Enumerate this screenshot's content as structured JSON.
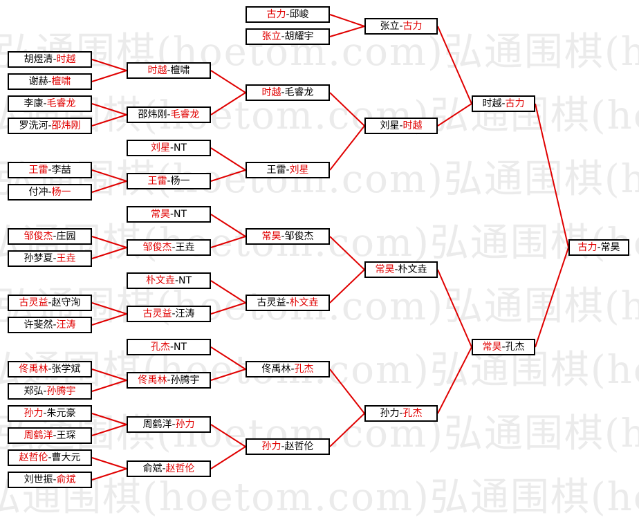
{
  "watermark": "弘通围棋(hoetom.com)",
  "colors": {
    "winner": "#e00000",
    "line": "#e00000",
    "border": "#000000"
  },
  "matches": [
    {
      "id": "r1a",
      "a": "古力",
      "b": "邱峻",
      "w": "a"
    },
    {
      "id": "r1b",
      "a": "张立",
      "b": "胡耀宇",
      "w": "a"
    },
    {
      "id": "r1c",
      "a": "胡煜清",
      "b": "时越",
      "w": "b"
    },
    {
      "id": "r1d",
      "a": "谢赫",
      "b": "檀啸",
      "w": "b"
    },
    {
      "id": "r1e",
      "a": "李康",
      "b": "毛睿龙",
      "w": "b"
    },
    {
      "id": "r1f",
      "a": "罗洗河",
      "b": "邵炜刚",
      "w": "b"
    },
    {
      "id": "r1g",
      "a": "刘星",
      "b": "NT",
      "w": "a"
    },
    {
      "id": "r1h",
      "a": "王雷",
      "b": "李喆",
      "w": "a"
    },
    {
      "id": "r1i",
      "a": "付冲",
      "b": "杨一",
      "w": "b"
    },
    {
      "id": "r1j",
      "a": "常昊",
      "b": "NT",
      "w": "a"
    },
    {
      "id": "r1k",
      "a": "邹俊杰",
      "b": "庄园",
      "w": "a"
    },
    {
      "id": "r1l",
      "a": "孙梦夏",
      "b": "王垚",
      "w": "b"
    },
    {
      "id": "r1m",
      "a": "朴文垚",
      "b": "NT",
      "w": "a"
    },
    {
      "id": "r1n",
      "a": "古灵益",
      "b": "赵守洵",
      "w": "a"
    },
    {
      "id": "r1o",
      "a": "许斐然",
      "b": "汪涛",
      "w": "b"
    },
    {
      "id": "r1p",
      "a": "孔杰",
      "b": "NT",
      "w": "a"
    },
    {
      "id": "r1q",
      "a": "佟禹林",
      "b": "张学斌",
      "w": "a"
    },
    {
      "id": "r1r",
      "a": "郑弘",
      "b": "孙腾宇",
      "w": "b"
    },
    {
      "id": "r1s",
      "a": "孙力",
      "b": "朱元豪",
      "w": "a"
    },
    {
      "id": "r1t",
      "a": "周鹤洋",
      "b": "王琛",
      "w": "a"
    },
    {
      "id": "r1u",
      "a": "赵哲伦",
      "b": "曹大元",
      "w": "a"
    },
    {
      "id": "r1v",
      "a": "刘世振",
      "b": "俞斌",
      "w": "b"
    },
    {
      "id": "r2a",
      "a": "时越",
      "b": "檀啸",
      "w": "a"
    },
    {
      "id": "r2b",
      "a": "邵炜刚",
      "b": "毛睿龙",
      "w": "b"
    },
    {
      "id": "r2c",
      "a": "王雷",
      "b": "杨一",
      "w": "a"
    },
    {
      "id": "r2d",
      "a": "邹俊杰",
      "b": "王垚",
      "w": "a"
    },
    {
      "id": "r2e",
      "a": "古灵益",
      "b": "汪涛",
      "w": "a"
    },
    {
      "id": "r2f",
      "a": "佟禹林",
      "b": "孙腾宇",
      "w": "a"
    },
    {
      "id": "r2g",
      "a": "周鹤洋",
      "b": "孙力",
      "w": "b"
    },
    {
      "id": "r2h",
      "a": "俞斌",
      "b": "赵哲伦",
      "w": "b"
    },
    {
      "id": "r3a",
      "a": "时越",
      "b": "毛睿龙",
      "w": "a"
    },
    {
      "id": "r3b",
      "a": "王雷",
      "b": "刘星",
      "w": "b"
    },
    {
      "id": "r3c",
      "a": "常昊",
      "b": "邹俊杰",
      "w": "a"
    },
    {
      "id": "r3d",
      "a": "古灵益",
      "b": "朴文垚",
      "w": "b"
    },
    {
      "id": "r3e",
      "a": "佟禹林",
      "b": "孔杰",
      "w": "b"
    },
    {
      "id": "r3f",
      "a": "孙力",
      "b": "赵哲伦",
      "w": "a"
    },
    {
      "id": "r4a",
      "a": "张立",
      "b": "古力",
      "w": "b"
    },
    {
      "id": "r4b",
      "a": "刘星",
      "b": "时越",
      "w": "b"
    },
    {
      "id": "r4c",
      "a": "常昊",
      "b": "朴文垚",
      "w": "a"
    },
    {
      "id": "r4d",
      "a": "孙力",
      "b": "孔杰",
      "w": "b"
    },
    {
      "id": "r5a",
      "a": "时越",
      "b": "古力",
      "w": "b"
    },
    {
      "id": "r5b",
      "a": "常昊",
      "b": "孔杰",
      "w": "a"
    },
    {
      "id": "r6a",
      "a": "古力",
      "b": "常昊",
      "w": "a"
    }
  ],
  "links": [
    [
      "r1a",
      "r4a"
    ],
    [
      "r1b",
      "r4a"
    ],
    [
      "r1c",
      "r2a"
    ],
    [
      "r1d",
      "r2a"
    ],
    [
      "r1e",
      "r2b"
    ],
    [
      "r1f",
      "r2b"
    ],
    [
      "r1g",
      "r3b"
    ],
    [
      "r1h",
      "r2c"
    ],
    [
      "r1i",
      "r2c"
    ],
    [
      "r1j",
      "r3c"
    ],
    [
      "r1k",
      "r2d"
    ],
    [
      "r1l",
      "r2d"
    ],
    [
      "r1m",
      "r3d"
    ],
    [
      "r1n",
      "r2e"
    ],
    [
      "r1o",
      "r2e"
    ],
    [
      "r1p",
      "r3e"
    ],
    [
      "r1q",
      "r2f"
    ],
    [
      "r1r",
      "r2f"
    ],
    [
      "r1s",
      "r2g"
    ],
    [
      "r1t",
      "r2g"
    ],
    [
      "r1u",
      "r2h"
    ],
    [
      "r1v",
      "r2h"
    ],
    [
      "r2a",
      "r3a"
    ],
    [
      "r2b",
      "r3a"
    ],
    [
      "r2c",
      "r3b"
    ],
    [
      "r2d",
      "r3c"
    ],
    [
      "r2e",
      "r3d"
    ],
    [
      "r2f",
      "r3e"
    ],
    [
      "r2g",
      "r3f"
    ],
    [
      "r2h",
      "r3f"
    ],
    [
      "r3a",
      "r4b"
    ],
    [
      "r3b",
      "r4b"
    ],
    [
      "r3c",
      "r4c"
    ],
    [
      "r3d",
      "r4c"
    ],
    [
      "r3e",
      "r4d"
    ],
    [
      "r3f",
      "r4d"
    ],
    [
      "r4a",
      "r5a"
    ],
    [
      "r4b",
      "r5a"
    ],
    [
      "r4c",
      "r5b"
    ],
    [
      "r4d",
      "r5b"
    ],
    [
      "r5a",
      "r6a"
    ],
    [
      "r5b",
      "r6a"
    ]
  ]
}
